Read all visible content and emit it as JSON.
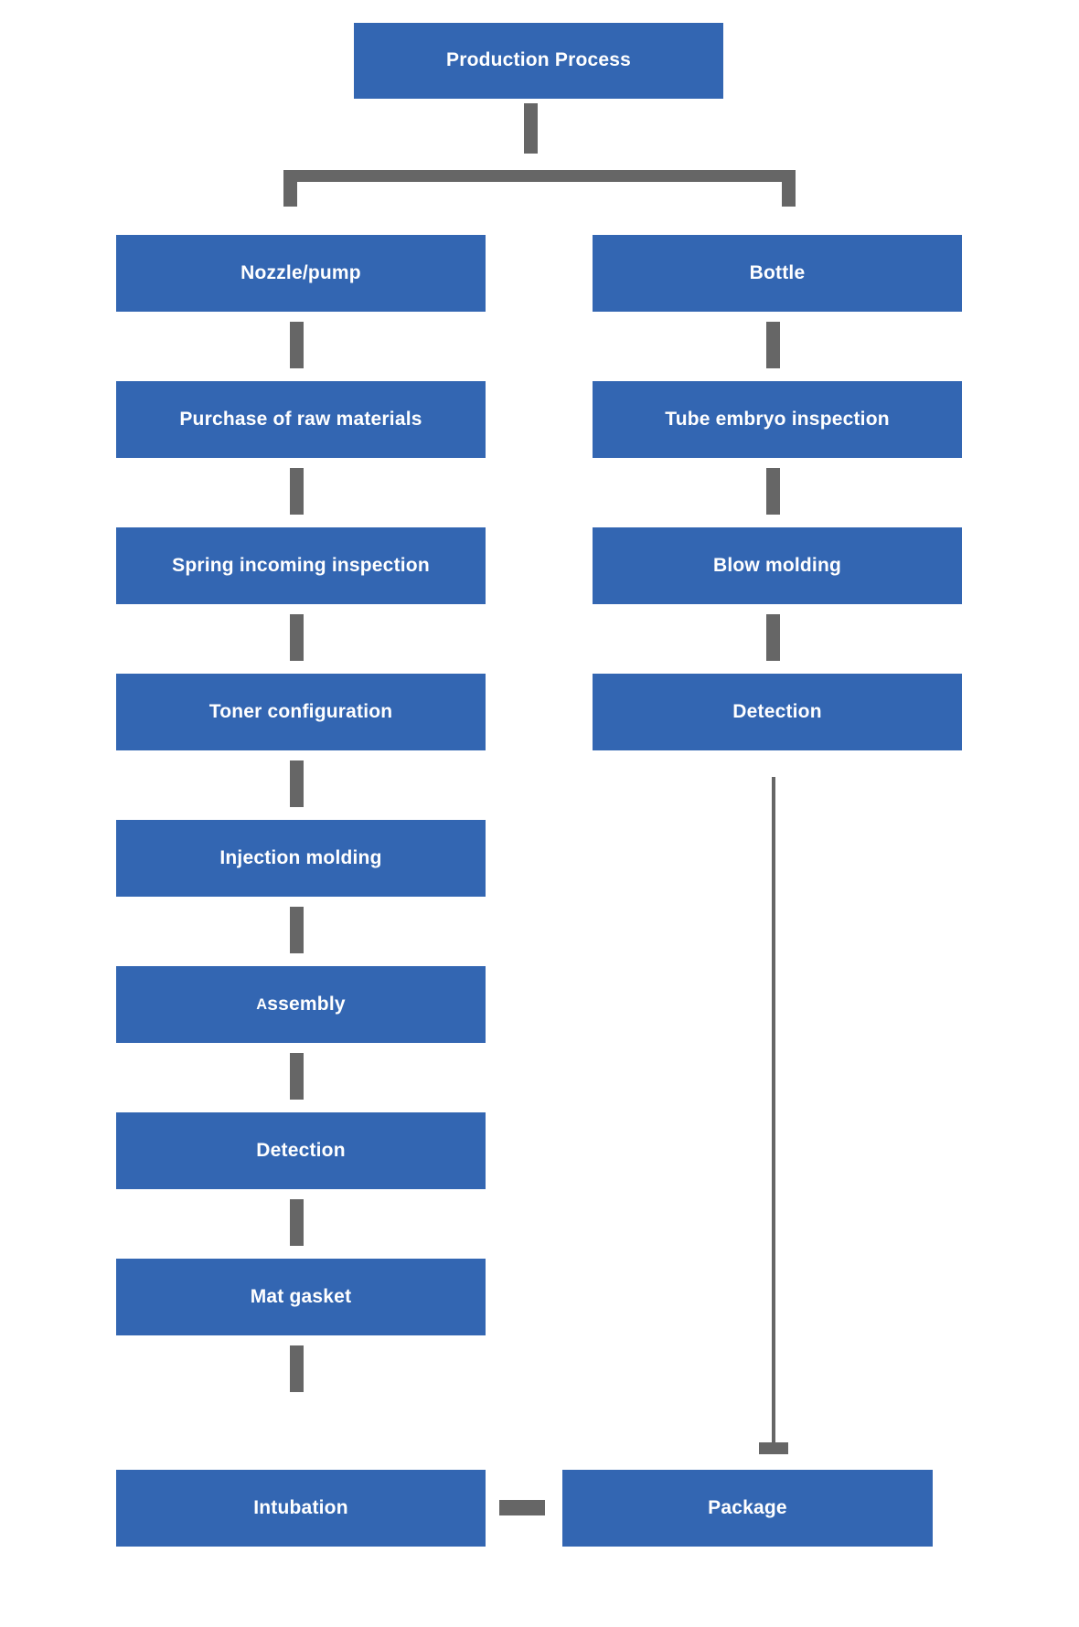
{
  "diagram": {
    "title": "Production Process",
    "theme": {
      "node_fill": "#3366b2",
      "node_text": "#ffffff",
      "connector": "#666666",
      "background": "#ffffff"
    },
    "root": {
      "label": "Production Process"
    },
    "branches": [
      {
        "name": "nozzle-pump-branch",
        "head": "Nozzle/pump",
        "steps": [
          "Purchase of raw materials",
          "Spring incoming inspection",
          "Toner configuration",
          "Injection molding",
          "Assembly",
          "Detection",
          "Mat gasket",
          "Intubation"
        ]
      },
      {
        "name": "bottle-branch",
        "head": "Bottle",
        "steps": [
          "Tube embryo inspection",
          "Blow molding",
          "Detection"
        ]
      }
    ],
    "final": {
      "label": "Package"
    },
    "nodes": {
      "root": "Production Process",
      "nozzle_pump": "Nozzle/pump",
      "purchase_raw_materials": "Purchase of raw materials",
      "spring_incoming_inspection": "Spring incoming inspection",
      "toner_configuration": "Toner configuration",
      "injection_molding": "Injection molding",
      "assembly_lead": "A",
      "assembly_rest": "ssembly",
      "detection_left": "Detection",
      "mat_gasket": "Mat gasket",
      "intubation": "Intubation",
      "bottle": "Bottle",
      "tube_embryo_inspection": "Tube embryo inspection",
      "blow_molding": "Blow molding",
      "detection_right": "Detection",
      "package": "Package"
    }
  }
}
